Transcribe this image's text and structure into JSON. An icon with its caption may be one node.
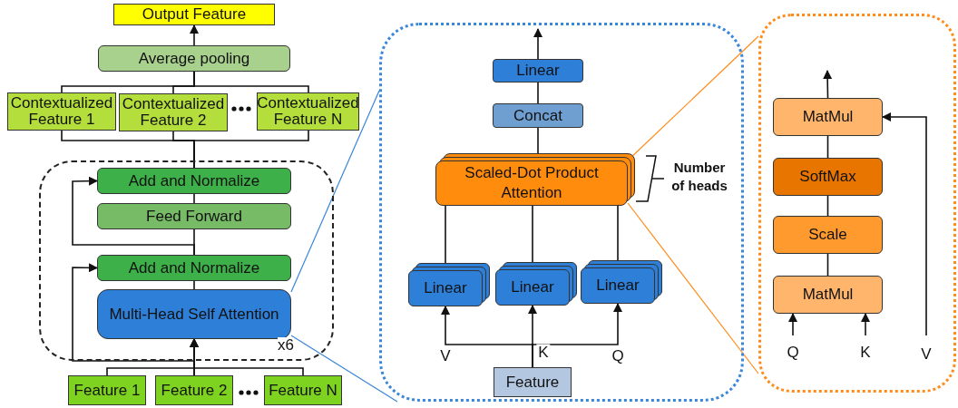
{
  "diagram": {
    "nodes": [
      {
        "text": [
          "Output Feature"
        ]
      },
      {
        "text": [
          "Average pooling"
        ]
      },
      {
        "text": [
          "Contextualized Feature 1"
        ]
      },
      {
        "text": [
          "Contextualized Feature 2"
        ]
      },
      {
        "text": [
          "Contextualized Feature N"
        ]
      },
      {
        "text": [],
        "shape": "box"
      },
      {
        "text": [
          "Add and Normalize"
        ],
        "in": 5
      },
      {
        "text": [
          "Feed Forward"
        ],
        "in": 5
      },
      {
        "text": [
          "Add and Normalize"
        ],
        "in": 5
      },
      {
        "text": [
          "Multi-Head Self Attention"
        ],
        "in": 5
      },
      {
        "text": [
          "Feature 1"
        ]
      },
      {
        "text": [
          "Feature 2"
        ]
      },
      {
        "text": [
          "Feature N"
        ]
      },
      {
        "text": [],
        "shape": "box"
      },
      {
        "text": [
          "Linear"
        ],
        "in": 13
      },
      {
        "text": [
          "Concat"
        ],
        "in": 13
      },
      {
        "text": [
          "Scaled-Dot Product Attention"
        ],
        "in": 13,
        "beside": [
          "Number of heads"
        ]
      },
      {
        "text": [
          "Linear"
        ],
        "in": 13
      },
      {
        "text": [
          "Linear"
        ],
        "in": 13
      },
      {
        "text": [
          "Linear"
        ],
        "in": 13
      },
      {
        "text": [
          "Feature"
        ],
        "in": 13
      },
      {
        "text": [],
        "shape": "box"
      },
      {
        "text": [
          "MatMul"
        ],
        "in": 21
      },
      {
        "text": [
          "SoftMax"
        ],
        "in": 21
      },
      {
        "text": [
          "Scale"
        ],
        "in": 21
      },
      {
        "text": [
          "MatMul"
        ],
        "in": 21
      }
    ],
    "edges": [
      {
        "from": 1,
        "to": 0,
        "arrow": "to"
      },
      {
        "from": 2,
        "to": 1,
        "arrow": "none"
      },
      {
        "from": 3,
        "to": 1,
        "arrow": "none"
      },
      {
        "from": 4,
        "to": 1,
        "arrow": "none"
      },
      {
        "from": 6,
        "to": 2,
        "arrow": "none"
      },
      {
        "from": 6,
        "to": 3,
        "arrow": "none"
      },
      {
        "from": 6,
        "to": 4,
        "arrow": "none"
      },
      {
        "from": 7,
        "to": 6,
        "arrow": "none"
      },
      {
        "from": 8,
        "to": 7,
        "arrow": "none"
      },
      {
        "from": 9,
        "to": 8,
        "arrow": "none"
      },
      {
        "from": 8,
        "to": 6,
        "arrow": "to"
      },
      {
        "from": 10,
        "to": 9,
        "arrow": "to"
      },
      {
        "from": 11,
        "to": 9,
        "arrow": "to"
      },
      {
        "from": 12,
        "to": 9,
        "arrow": "to"
      },
      {
        "from": 11,
        "to": 8,
        "arrow": "to"
      },
      {
        "from": 9,
        "to": 13,
        "arrow": "none",
        "color": "#3a86d8"
      },
      {
        "from": 9,
        "to": 13,
        "arrow": "none",
        "color": "#3a86d8"
      },
      {
        "from": 16,
        "to": 21,
        "arrow": "none",
        "color": "#ff8c1a"
      },
      {
        "from": 16,
        "to": 21,
        "arrow": "none",
        "color": "#ff8c1a"
      },
      {
        "from": 14,
        "to": null,
        "arrow": "to"
      },
      {
        "from": 15,
        "to": 14,
        "arrow": "none"
      },
      {
        "from": 16,
        "to": 15,
        "arrow": "none"
      },
      {
        "from": 17,
        "to": 16,
        "arrow": "none"
      },
      {
        "from": 18,
        "to": 16,
        "arrow": "none"
      },
      {
        "from": 19,
        "to": 16,
        "arrow": "none"
      },
      {
        "from": 20,
        "to": 17,
        "arrow": "to",
        "label": "V"
      },
      {
        "from": 20,
        "to": 18,
        "arrow": "to",
        "label": "K"
      },
      {
        "from": 20,
        "to": 19,
        "arrow": "to",
        "label": "Q"
      },
      {
        "from": 22,
        "to": null,
        "arrow": "to"
      },
      {
        "from": 23,
        "to": 22,
        "arrow": "none"
      },
      {
        "from": 24,
        "to": 23,
        "arrow": "none"
      },
      {
        "from": 25,
        "to": 24,
        "arrow": "none"
      },
      {
        "from": null,
        "to": 25,
        "arrow": "to",
        "label": "Q"
      },
      {
        "from": null,
        "to": 25,
        "arrow": "to",
        "label": "K"
      },
      {
        "from": null,
        "to": 22,
        "arrow": "to",
        "label": "V"
      }
    ],
    "labels": [
      "x6"
    ]
  }
}
